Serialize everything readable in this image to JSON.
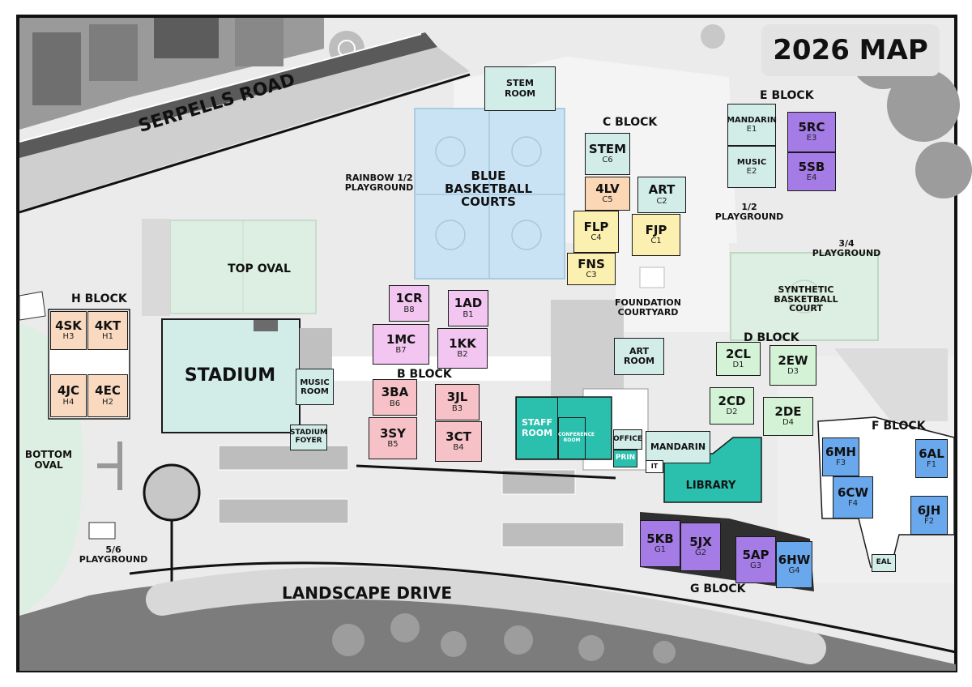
{
  "title": "2026 MAP",
  "roads": {
    "top": "SERPELLS ROAD",
    "bottom": "LANDSCAPE DRIVE"
  },
  "areas": {
    "stadium": "STADIUM",
    "top_oval": "TOP OVAL",
    "bottom_oval": "BOTTOM OVAL",
    "blue_courts": "BLUE BASKETBALL COURTS",
    "rainbow_playground": "RAINBOW 1/2 PLAYGROUND",
    "half_playground": "1/2 PLAYGROUND",
    "three_four_playground": "3/4 PLAYGROUND",
    "five_six_playground": "5/6 PLAYGROUND",
    "synthetic_court": "SYNTHETIC BASKETBALL COURT",
    "foundation_courtyard": "FOUNDATION COURTYARD"
  },
  "block_labels": {
    "h": "H BLOCK",
    "b": "B BLOCK",
    "c": "C BLOCK",
    "d": "D BLOCK",
    "e": "E BLOCK",
    "f": "F BLOCK",
    "g": "G BLOCK"
  },
  "rooms": {
    "stem_top": {
      "name": "STEM ROOM"
    },
    "music": {
      "name": "MUSIC ROOM"
    },
    "stadium_foyer": {
      "name": "STADIUM FOYER"
    },
    "art_room": {
      "name": "ART ROOM"
    },
    "staff_room": {
      "name": "STAFF ROOM"
    },
    "conference_room": {
      "name": "CONFERENCE ROOM"
    },
    "office": {
      "name": "OFFICE"
    },
    "prin": {
      "name": "PRIN"
    },
    "mandarin_lib": {
      "name": "MANDARIN"
    },
    "it": {
      "name": "IT"
    },
    "library": {
      "name": "LIBRARY"
    },
    "eal": {
      "name": "EAL"
    },
    "h3": {
      "code": "4SK",
      "id": "H3"
    },
    "h1": {
      "code": "4KT",
      "id": "H1"
    },
    "h4": {
      "code": "4JC",
      "id": "H4"
    },
    "h2": {
      "code": "4EC",
      "id": "H2"
    },
    "b8": {
      "code": "1CR",
      "id": "B8"
    },
    "b7": {
      "code": "1MC",
      "id": "B7"
    },
    "b1": {
      "code": "1AD",
      "id": "B1"
    },
    "b2": {
      "code": "1KK",
      "id": "B2"
    },
    "b6": {
      "code": "3BA",
      "id": "B6"
    },
    "b5": {
      "code": "3SY",
      "id": "B5"
    },
    "b3": {
      "code": "3JL",
      "id": "B3"
    },
    "b4": {
      "code": "3CT",
      "id": "B4"
    },
    "c6": {
      "code": "STEM",
      "id": "C6"
    },
    "c5": {
      "code": "4LV",
      "id": "C5"
    },
    "c4": {
      "code": "FLP",
      "id": "C4"
    },
    "c3": {
      "code": "FNS",
      "id": "C3"
    },
    "c2": {
      "code": "ART",
      "id": "C2"
    },
    "c1": {
      "code": "FJP",
      "id": "C1"
    },
    "e1": {
      "code": "MANDARIN",
      "id": "E1"
    },
    "e2": {
      "code": "MUSIC",
      "id": "E2"
    },
    "e3": {
      "code": "5RC",
      "id": "E3"
    },
    "e4": {
      "code": "5SB",
      "id": "E4"
    },
    "d1": {
      "code": "2CL",
      "id": "D1"
    },
    "d3": {
      "code": "2EW",
      "id": "D3"
    },
    "d2": {
      "code": "2CD",
      "id": "D2"
    },
    "d4": {
      "code": "2DE",
      "id": "D4"
    },
    "f3": {
      "code": "6MH",
      "id": "F3"
    },
    "f4": {
      "code": "6CW",
      "id": "F4"
    },
    "f1": {
      "code": "6AL",
      "id": "F1"
    },
    "f2": {
      "code": "6JH",
      "id": "F2"
    },
    "g1": {
      "code": "5KB",
      "id": "G1"
    },
    "g2": {
      "code": "5JX",
      "id": "G2"
    },
    "g3": {
      "code": "5AP",
      "id": "G3"
    },
    "g4": {
      "code": "6HW",
      "id": "G4"
    }
  },
  "colors": {
    "peach": "#f9d9bf",
    "pink_light": "#f2c6f0",
    "pink": "#f6c2c8",
    "teal_light": "#d2ece8",
    "orange_light": "#fbd7b5",
    "yellow": "#fbf0b0",
    "green_light": "#d4f3d6",
    "purple": "#a57be6",
    "blue": "#6aa8ee",
    "teal": "#2bbfae",
    "court_blue": "#c9e3f5",
    "field_green": "#ddefe2"
  }
}
